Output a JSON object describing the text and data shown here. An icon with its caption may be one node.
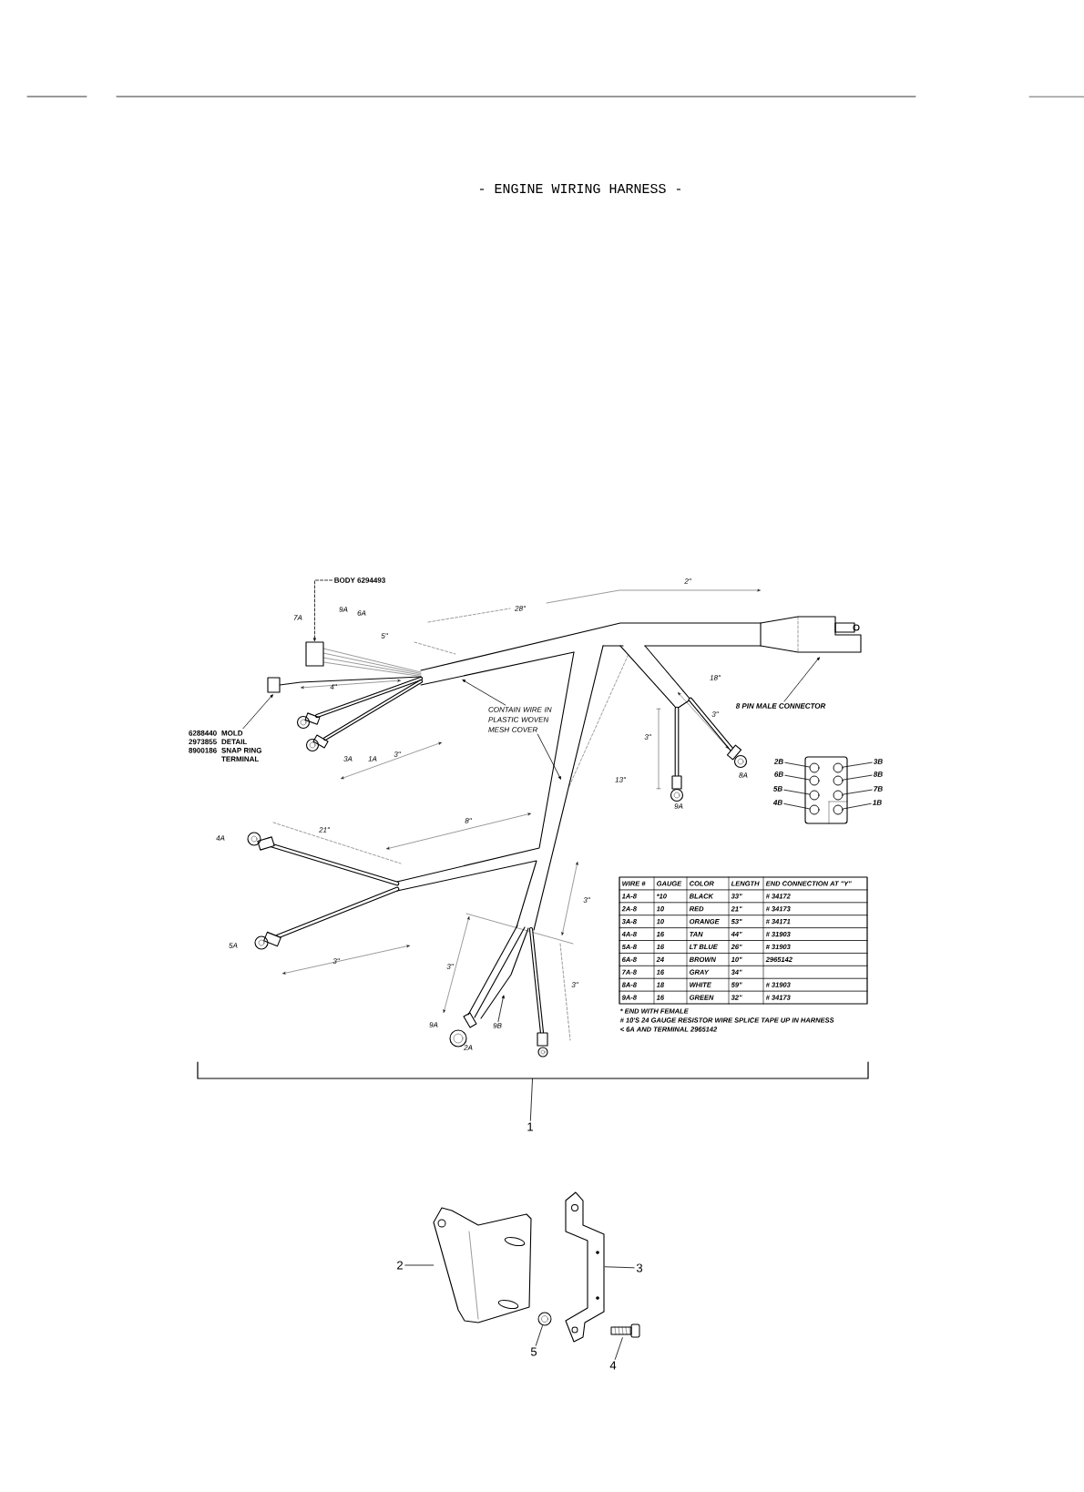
{
  "diagram": {
    "title": "- ENGINE WIRING HARNESS -",
    "nodes": [
      {
        "text": [],
        "shape": "bracket"
      },
      {
        "text": [
          "1"
        ]
      },
      {
        "text": [],
        "shape": "picture"
      },
      {
        "text": [
          "2"
        ]
      },
      {
        "text": [],
        "shape": "picture"
      },
      {
        "text": [
          "3"
        ]
      },
      {
        "text": [],
        "shape": "picture"
      },
      {
        "text": [
          "5"
        ]
      },
      {
        "text": [],
        "shape": "picture"
      },
      {
        "text": [
          "4"
        ]
      },
      {
        "text": [
          "8 PIN MALE CONNECTOR"
        ]
      },
      {
        "text": [
          "CONTAIN WIRE IN PLASTIC WOVEN MESH COVER"
        ]
      },
      {
        "text": [
          "6288440 2973855 8900186",
          "MOLD DETAIL SNAP RING TERMINAL"
        ]
      },
      {
        "text": [
          "BODY 6294493"
        ]
      },
      {
        "text": [
          "2B"
        ]
      },
      {
        "text": [
          "6B"
        ]
      },
      {
        "text": [
          "5B"
        ]
      },
      {
        "text": [
          "4B"
        ]
      },
      {
        "text": [
          "3B"
        ]
      },
      {
        "text": [
          "8B"
        ]
      },
      {
        "text": [
          "7B"
        ]
      },
      {
        "text": [
          "1B"
        ]
      },
      {
        "text": [],
        "shape": "circle"
      },
      {
        "text": [],
        "shape": "circle"
      },
      {
        "text": [],
        "shape": "circle"
      },
      {
        "text": [],
        "shape": "circle"
      },
      {
        "text": [],
        "shape": "circle"
      },
      {
        "text": [],
        "shape": "circle"
      },
      {
        "text": [],
        "shape": "circle"
      },
      {
        "text": [],
        "shape": "circle"
      },
      {
        "text": [],
        "shape": "box"
      },
      {
        "text": [
          "9B"
        ]
      }
    ],
    "edges": [
      {
        "from": 1,
        "to": 0,
        "arrow": "none"
      },
      {
        "from": 3,
        "to": 2,
        "arrow": "none"
      },
      {
        "from": 5,
        "to": 4,
        "arrow": "none"
      },
      {
        "from": 7,
        "to": 6,
        "arrow": "none"
      },
      {
        "from": 9,
        "to": 8,
        "arrow": "none"
      },
      {
        "from": 10,
        "to": null,
        "arrow": "to"
      },
      {
        "from": 11,
        "to": null,
        "arrow": "to"
      },
      {
        "from": 11,
        "to": null,
        "arrow": "to"
      },
      {
        "from": 12,
        "to": null,
        "arrow": "to"
      },
      {
        "from": 13,
        "to": 30,
        "arrow": "to",
        "style": "dashed"
      },
      {
        "from": 14,
        "to": 22,
        "arrow": "none"
      },
      {
        "from": 15,
        "to": 23,
        "arrow": "none"
      },
      {
        "from": 16,
        "to": 24,
        "arrow": "none"
      },
      {
        "from": 17,
        "to": 25,
        "arrow": "none"
      },
      {
        "from": 18,
        "to": 26,
        "arrow": "none"
      },
      {
        "from": 19,
        "to": 27,
        "arrow": "none"
      },
      {
        "from": 20,
        "to": 28,
        "arrow": "none"
      },
      {
        "from": 21,
        "to": 29,
        "arrow": "none"
      },
      {
        "from": 31,
        "to": null,
        "arrow": "to"
      }
    ],
    "labels": [
      "7A",
      "9A",
      "6A",
      "5\"",
      "4\"",
      "3A",
      "1A",
      "3\"",
      "28\"",
      "2\"",
      "18\"",
      "3\"",
      "3\"",
      "13\"",
      "8A",
      "9A",
      "4A",
      "21\"",
      "8\"",
      "5A",
      "3\"",
      "3\"",
      "3\"",
      "3\"",
      "9A",
      "2A",
      "WIRE #",
      "GAUGE",
      "COLOR",
      "LENGTH",
      "END CONNECTION AT \"Y\"",
      "1A-8",
      "*10",
      "BLACK",
      "33\"",
      "# 34172",
      "2A-8",
      "10",
      "RED",
      "21\"",
      "# 34173",
      "3A-8",
      "10",
      "ORANGE",
      "53\"",
      "# 34171",
      "4A-8",
      "16",
      "TAN",
      "44\"",
      "# 31903",
      "5A-8",
      "16",
      "LT BLUE",
      "26\"",
      "# 31903",
      "6A-8",
      "24",
      "BROWN",
      "10\"",
      "2965142",
      "7A-8",
      "16",
      "GRAY",
      "34\"",
      "8A-8",
      "18",
      "WHITE",
      "59\"",
      "# 31903",
      "9A-8",
      "16",
      "GREEN",
      "32\"",
      "# 34173",
      "* END WITH FEMALE",
      "# 10'S 24 GAUGE RESISTOR WIRE SPLICE TAPE UP IN HARNESS",
      "< 6A AND TERMINAL 2965142"
    ]
  }
}
